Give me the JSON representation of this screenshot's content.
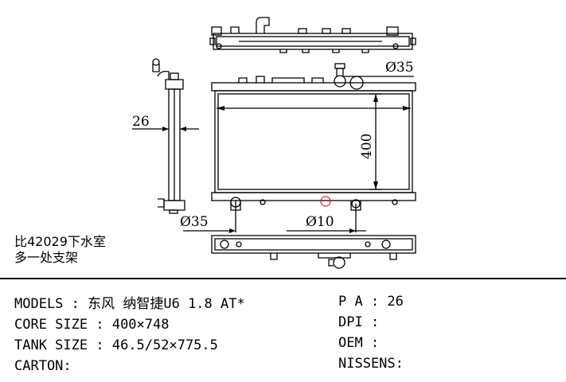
{
  "drawing": {
    "dims": {
      "width_26": "26",
      "core_height_400": "400",
      "inlet_35": "Ø35",
      "outlet_35": "Ø35",
      "drain_10": "Ø10"
    }
  },
  "note": {
    "line1": "比42029下水室",
    "line2": "多一处支架"
  },
  "specs": {
    "models_label": "MODELS : ",
    "models_value": "东风 纳智捷U6 1.8 AT*",
    "core_label": "CORE SIZE : ",
    "core_value": "400×748",
    "tank_label": "TANK SIZE : ",
    "tank_value": "46.5/52×775.5",
    "carton_label": "CARTON:",
    "carton_value": "",
    "pa_label": "P A : ",
    "pa_value": "26",
    "dpi_label": "DPI : ",
    "dpi_value": "",
    "oem_label": "OEM : ",
    "oem_value": "",
    "nissens_label": "NISSENS:",
    "nissens_value": ""
  }
}
